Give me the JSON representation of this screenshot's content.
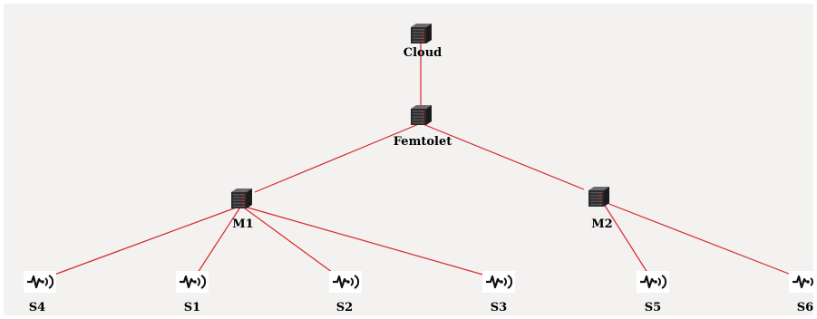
{
  "colors": {
    "link": "#d8262b",
    "background": "#f3f2f1",
    "server": "#2b2b2e",
    "server_led": "#c0392b"
  },
  "nodes": [
    {
      "id": "cloud",
      "label": "Cloud",
      "kind": "server",
      "icon": "server-icon"
    },
    {
      "id": "femtolet",
      "label": "Femtolet",
      "kind": "server",
      "icon": "server-icon"
    },
    {
      "id": "m1",
      "label": "M1",
      "kind": "server",
      "icon": "server-icon"
    },
    {
      "id": "m2",
      "label": "M2",
      "kind": "server",
      "icon": "server-icon"
    },
    {
      "id": "s4",
      "label": "S4",
      "kind": "sensor",
      "icon": "sensor-signal-icon"
    },
    {
      "id": "s1",
      "label": "S1",
      "kind": "sensor",
      "icon": "sensor-signal-icon"
    },
    {
      "id": "s2",
      "label": "S2",
      "kind": "sensor",
      "icon": "sensor-signal-icon"
    },
    {
      "id": "s3",
      "label": "S3",
      "kind": "sensor",
      "icon": "sensor-signal-icon"
    },
    {
      "id": "s5",
      "label": "S5",
      "kind": "sensor",
      "icon": "sensor-signal-icon"
    },
    {
      "id": "s6",
      "label": "S6",
      "kind": "sensor",
      "icon": "sensor-signal-icon"
    }
  ],
  "edges": [
    [
      "cloud",
      "femtolet"
    ],
    [
      "femtolet",
      "m1"
    ],
    [
      "femtolet",
      "m2"
    ],
    [
      "m1",
      "s4"
    ],
    [
      "m1",
      "s1"
    ],
    [
      "m1",
      "s2"
    ],
    [
      "m1",
      "s3"
    ],
    [
      "m2",
      "s5"
    ],
    [
      "m2",
      "s6"
    ]
  ]
}
